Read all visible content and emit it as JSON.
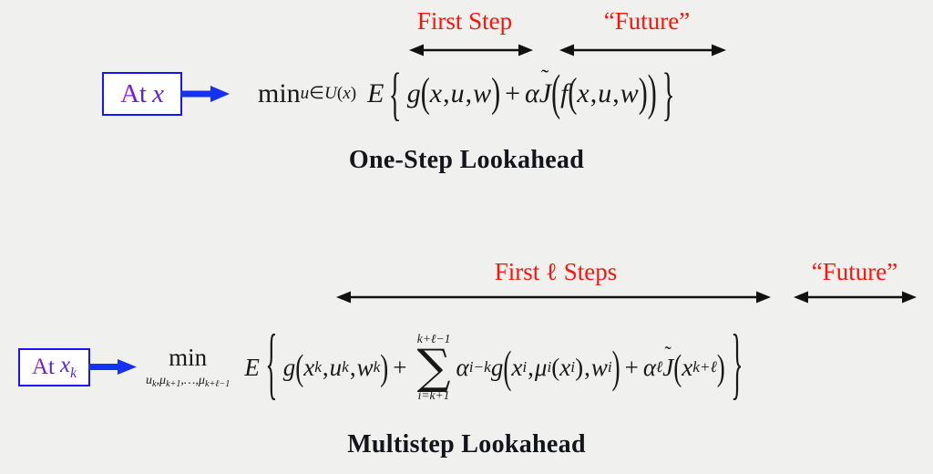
{
  "figure": {
    "background_color": "#f0f0ef",
    "accent_red": "#fb1409",
    "accent_blue": "#1414ff",
    "state_text_color": "#7a1bd6"
  },
  "panels": [
    {
      "id": "one-step",
      "title": "One-Step Lookahead",
      "state_box": {
        "prefix": "At",
        "variable": "x",
        "subscript": ""
      },
      "span_labels": [
        {
          "id": "first-step",
          "text": "First Step"
        },
        {
          "id": "future",
          "text": "“Future”"
        }
      ],
      "formula_plain": "min_{u∈U(x)} E{ g(x,u,w) + α J̃( f(x,u,w) ) }",
      "formula_parts": {
        "min": "min",
        "min_limits": "u∈U(x)",
        "expectation": "E",
        "brace_open": "{",
        "stage_cost": "g(x, u, w)",
        "plus": "+",
        "discount": "α",
        "cost_to_go": "J̃",
        "dynamics": "f(x, u, w)",
        "brace_close": "}"
      }
    },
    {
      "id": "multistep",
      "title": "Multistep Lookahead",
      "state_box": {
        "prefix": "At",
        "variable": "x",
        "subscript": "k"
      },
      "span_labels": [
        {
          "id": "first-l-steps",
          "text": "First ℓ Steps"
        },
        {
          "id": "future",
          "text": "“Future”"
        }
      ],
      "formula_plain": "min_{u_k,μ_{k+1},…,μ_{k+ℓ-1}} E{ g(x_k,u_k,w_k) + Σ_{i=k+1}^{k+ℓ-1} α^{i-k} g(x_i, μ_i(x_i), w_i) + α^ℓ J̃(x_{k+ℓ}) }",
      "formula_parts": {
        "min": "min",
        "min_limits": "uₓ,μₖ₊₁,…,μₖ₊ℓ₋₁",
        "expectation": "E",
        "brace_open": "{",
        "stage_cost": "g(xₖ, uₖ, wₖ)",
        "plus": "+",
        "sum_upper": "k+ℓ-1",
        "sum_lower": "i=k+1",
        "sum_term": "α^{i-k} g(xᵢ, μᵢ(xᵢ), wᵢ)",
        "terminal": "α^ℓ J̃(xₖ₊ℓ)",
        "brace_close": "}"
      }
    }
  ],
  "symbols": {
    "min": "min",
    "E": "E",
    "g": "g",
    "f": "f",
    "J": "J",
    "tilde": "˜",
    "alpha": "α",
    "mu": "μ",
    "ell": "ℓ",
    "in": "∈",
    "U": "U",
    "u": "u",
    "w": "w",
    "x": "x",
    "i": "i",
    "k": "k",
    "plus": "+",
    "minus": "−",
    "equals": "=",
    "comma": ",",
    "ldots": "…",
    "sigma": "∑",
    "lparen": "(",
    "rparen": ")",
    "lbrace": "{",
    "rbrace": "}",
    "one": "1"
  }
}
